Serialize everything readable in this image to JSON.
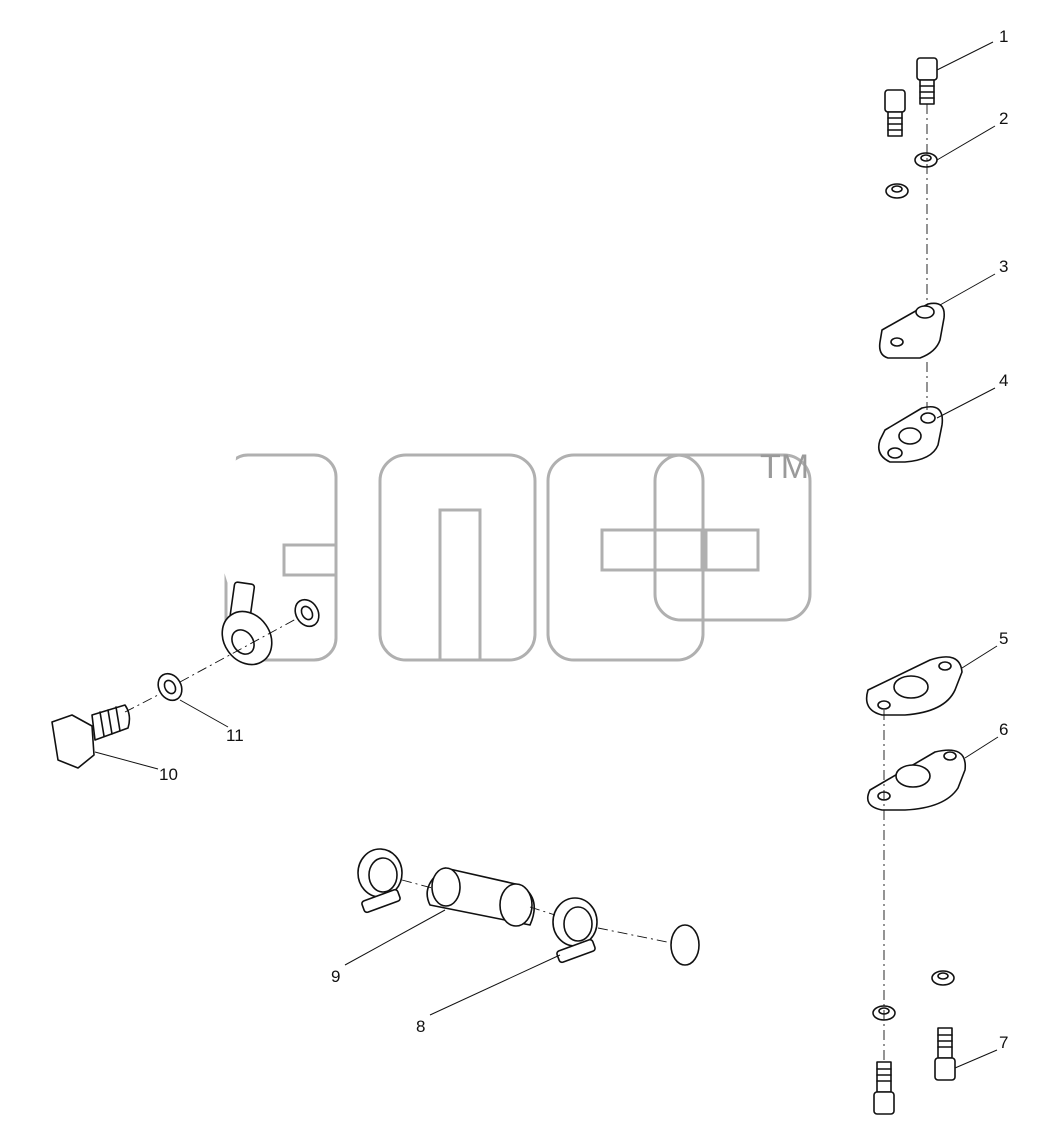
{
  "watermark": {
    "trademark": "TM"
  },
  "callouts": [
    {
      "id": "c1",
      "label": "1"
    },
    {
      "id": "c2",
      "label": "2"
    },
    {
      "id": "c3",
      "label": "3"
    },
    {
      "id": "c4",
      "label": "4"
    },
    {
      "id": "c5",
      "label": "5"
    },
    {
      "id": "c6",
      "label": "6"
    },
    {
      "id": "c7",
      "label": "7"
    },
    {
      "id": "c8",
      "label": "8"
    },
    {
      "id": "c9",
      "label": "9"
    },
    {
      "id": "c10",
      "label": "10"
    },
    {
      "id": "c11",
      "label": "11"
    }
  ]
}
